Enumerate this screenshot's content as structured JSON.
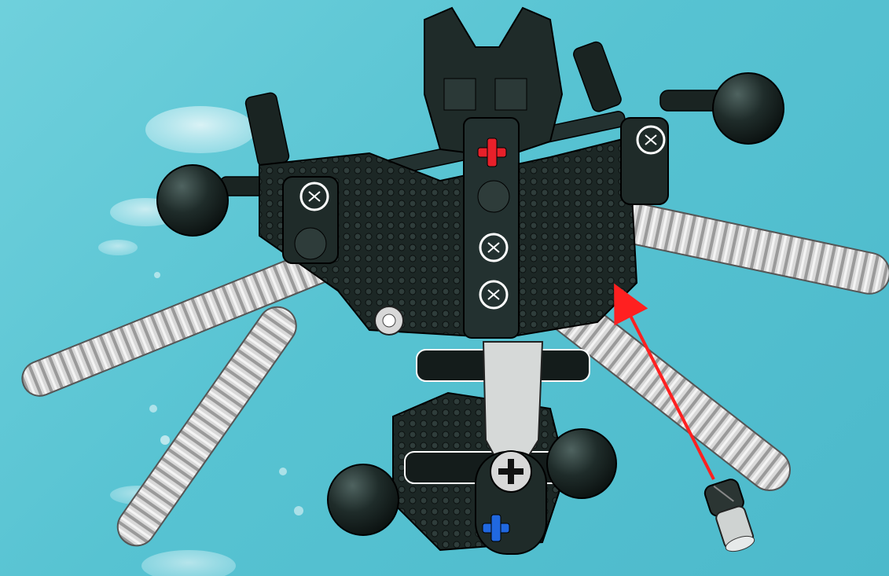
{
  "scene": {
    "background_color": "#5cc6d4",
    "build_step_arrow_color": "#ff2020",
    "axle_marker_colors": {
      "top": "#e8202a",
      "bottom": "#2068e0"
    },
    "parts": [
      "underwater-bubbles",
      "flexible-ribbed-tube",
      "dark-ball-joint",
      "torso-frame",
      "axle-connector",
      "light-grey-liftarm",
      "loose-connector-peg"
    ],
    "instruction_arrow": "red-arrow-pointing-to-socket"
  }
}
